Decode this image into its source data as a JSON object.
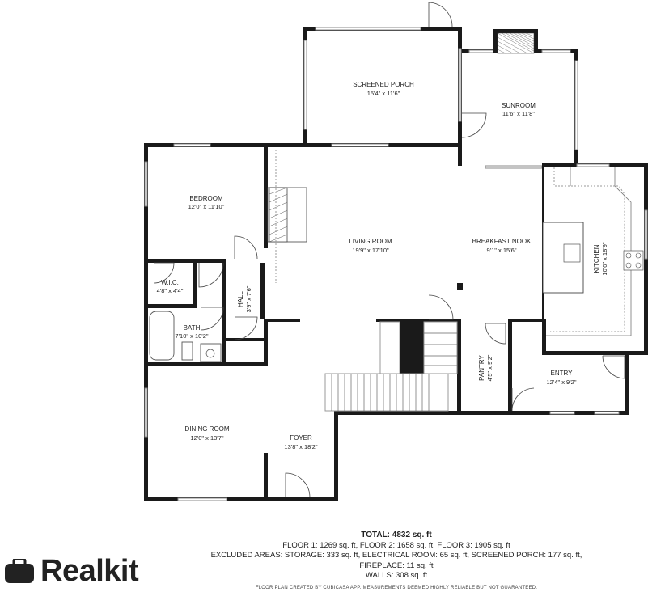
{
  "rooms": [
    {
      "name": "SCREENED PORCH",
      "size": "15'4\" x 11'6\""
    },
    {
      "name": "SUNROOM",
      "size": "11'6\" x 11'8\""
    },
    {
      "name": "BEDROOM",
      "size": "12'0\" x 11'10\""
    },
    {
      "name": "LIVING ROOM",
      "size": "19'9\" x 17'10\""
    },
    {
      "name": "BREAKFAST NOOK",
      "size": "9'1\" x 15'6\""
    },
    {
      "name": "KITCHEN",
      "size": "10'0\" x 18'9\""
    },
    {
      "name": "W.I.C.",
      "size": "4'8\" x 4'4\""
    },
    {
      "name": "HALL",
      "size": "3'9\" x 7'6\""
    },
    {
      "name": "BATH",
      "size": "7'10\" x 10'2\""
    },
    {
      "name": "PANTRY",
      "size": "4'5\" x 9'2\""
    },
    {
      "name": "ENTRY",
      "size": "12'4\" x 9'2\""
    },
    {
      "name": "DINING ROOM",
      "size": "12'0\" x 13'7\""
    },
    {
      "name": "FOYER",
      "size": "13'8\" x 18'2\""
    }
  ],
  "summary": {
    "total": "TOTAL: 4832 sq. ft",
    "floors": "FLOOR 1: 1269 sq. ft, FLOOR 2: 1658 sq. ft, FLOOR 3: 1905 sq. ft",
    "excluded": "EXCLUDED AREAS: STORAGE: 333 sq. ft, ELECTRICAL ROOM: 65 sq. ft, SCREENED PORCH: 177 sq. ft,",
    "fireplace": "FIREPLACE: 11 sq. ft",
    "walls": "WALLS: 308 sq. ft"
  },
  "disclaimer": "FLOOR PLAN CREATED BY CUBICASA APP. MEASUREMENTS DEEMED HIGHLY RELIABLE BUT NOT GUARANTEED.",
  "brand": "Realkit"
}
